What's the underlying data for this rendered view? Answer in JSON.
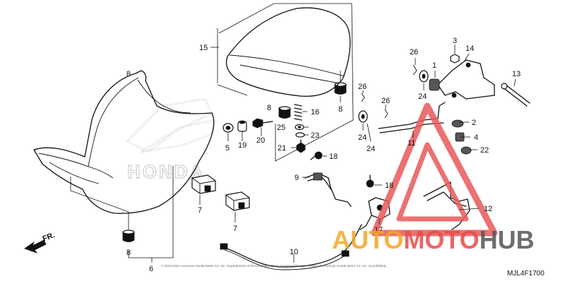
{
  "callouts": {
    "c1": "1",
    "c2": "2",
    "c3": "3",
    "c4": "4",
    "c5": "5",
    "c6": "6",
    "c7a": "7",
    "c7b": "7",
    "c8a": "8",
    "c8b": "8",
    "c8c": "8",
    "c8d": "8",
    "c10": "10",
    "c11": "11",
    "c12": "12",
    "c13": "13",
    "c14": "14",
    "c15": "15",
    "c16": "16",
    "c17": "17",
    "c18a": "18",
    "c18b": "18",
    "c19": "19",
    "c20": "20",
    "c21": "21",
    "c22": "22",
    "c23": "23",
    "c24a": "24",
    "c24b": "24",
    "c24c": "24",
    "c25": "25",
    "c26a": "26",
    "c26b": "26",
    "c26c": "26",
    "c9": "9"
  },
  "front_marker": "FR.",
  "diagram_code": "MJL4F1700",
  "watermark": {
    "brand_left": "AUTO",
    "brand_mid": "MOTO",
    "brand_right": "HUB",
    "logo_text": "HONDA",
    "copyright": "© 2013-2021 American Honda Motor Co. Inc. Reproduction of this content without express written permission of American Honda Motor Co. Inc. is prohibited."
  },
  "colors": {
    "brand_orange": "#f5a623",
    "brand_red": "#e84a4a",
    "brand_dark": "#555555",
    "triangle_red": "#e8595a"
  }
}
